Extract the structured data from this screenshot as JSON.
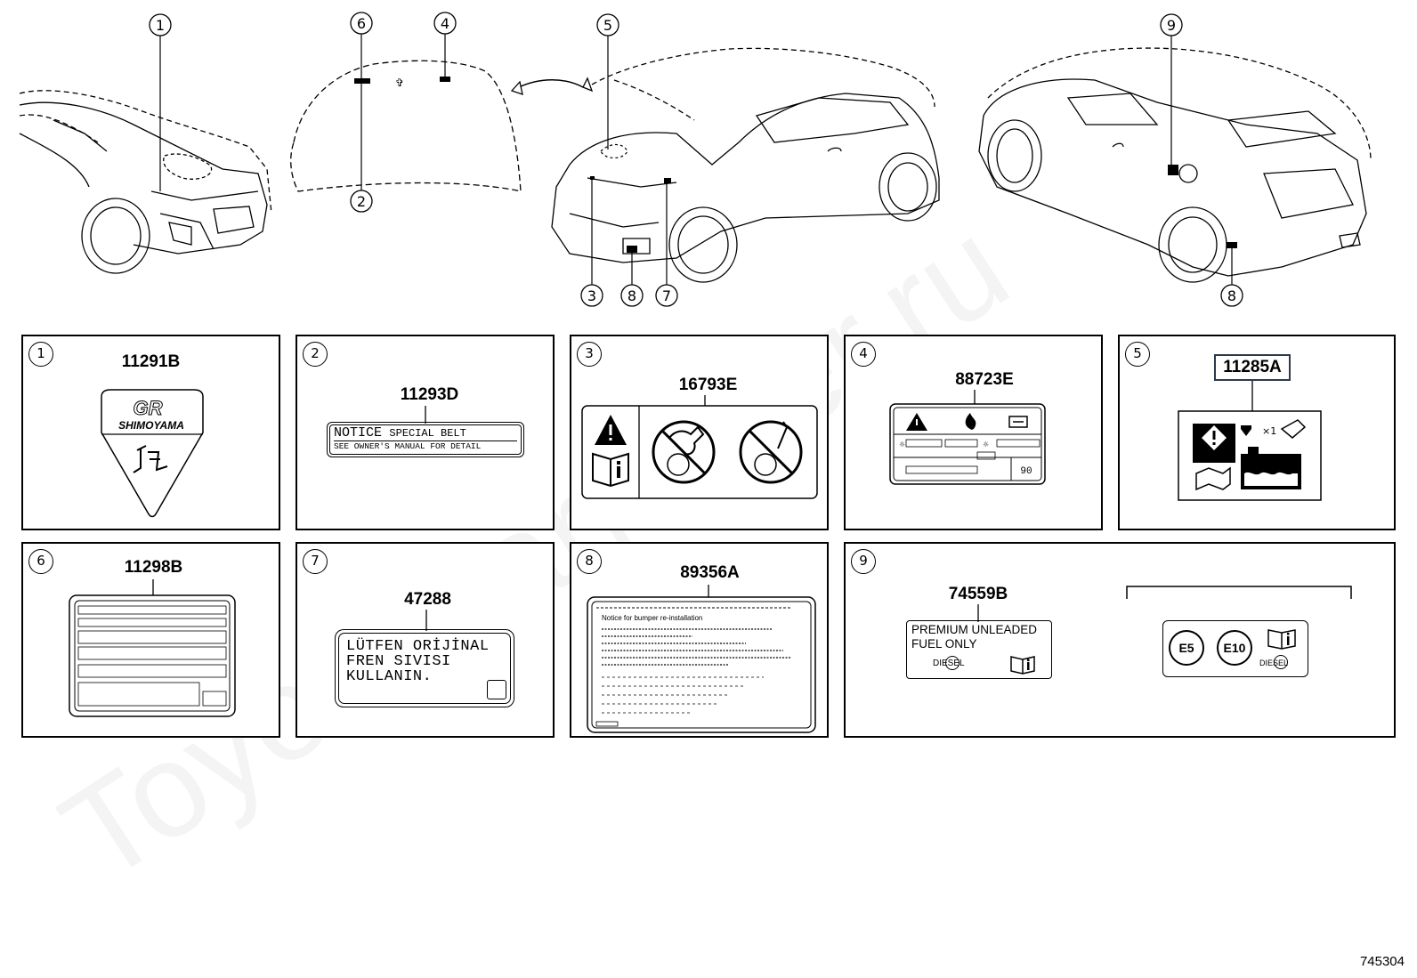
{
  "callouts": [
    "1",
    "2",
    "3",
    "4",
    "5",
    "6",
    "7",
    "8",
    "9"
  ],
  "panels": [
    {
      "index": "1",
      "part_number": "11291B",
      "label_lines": [
        "SHIMOYAMA"
      ]
    },
    {
      "index": "2",
      "part_number": "11293D",
      "label_lines": [
        "NOTICE",
        "SPECIAL BELT",
        "SEE OWNER'S MANUAL FOR DETAIL"
      ]
    },
    {
      "index": "3",
      "part_number": "16793E"
    },
    {
      "index": "4",
      "part_number": "88723E",
      "label_lines": [
        "90"
      ]
    },
    {
      "index": "5",
      "part_number": "11285A",
      "label_lines": [
        "×1"
      ]
    },
    {
      "index": "6",
      "part_number": "11298B"
    },
    {
      "index": "7",
      "part_number": "47288",
      "label_lines": [
        "LÜTFEN ORİJİNAL",
        "FREN SIVISI",
        "KULLANIN."
      ]
    },
    {
      "index": "8",
      "part_number": "89356A",
      "label_lines": [
        "Notice for bumper re-installation"
      ]
    },
    {
      "index": "9",
      "part_number": "74559B",
      "label_lines": [
        "PREMIUM UNLEADED",
        "FUEL ONLY",
        "DIESEL"
      ],
      "alt_label": [
        "E5",
        "E10",
        "DIESEL"
      ]
    }
  ],
  "logo_text": "GR",
  "footer_code": "745304",
  "watermark": "ToyotaCarMiner.ru"
}
